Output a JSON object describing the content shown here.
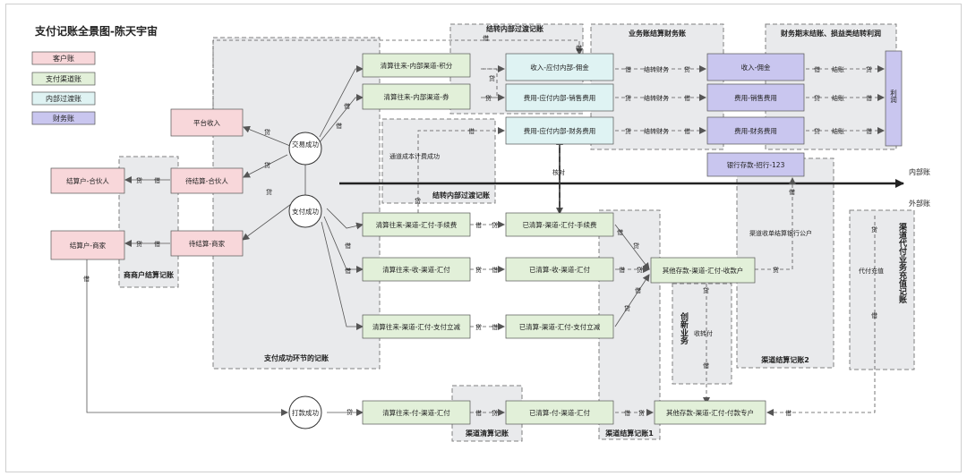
{
  "title": "支付记账全景图-陈天宇宙",
  "colors": {
    "pink": "#f8d7da",
    "green": "#e2f0d9",
    "cyan": "#dff3f3",
    "purple": "#c9c6ef",
    "grey_region": "#e9eaec",
    "dash_border": "#808080",
    "line": "#555555",
    "axis": "#222222"
  },
  "legend": [
    "客户账",
    "支付渠道账",
    "内部过渡账",
    "财务账"
  ],
  "nodes": {
    "platform_income": "平台收入",
    "settle_partner": "结算户-合伙人",
    "pending_partner": "待结算-合伙人",
    "settle_merchant": "结算户-商家",
    "pending_merchant": "待结算-商家",
    "trade_success": "交易成功",
    "pay_success": "支付成功",
    "payout_success": "打款成功",
    "clear_points": "清算往来-内部渠道-积分",
    "clear_coupon": "清算往来-内部渠道-券",
    "clear_fee": "清算往来-渠道-汇付-手续费",
    "clear_recv": "清算往来-收-渠道-汇付",
    "clear_refund": "清算往来-渠道-汇付-支付立减",
    "clear_pay": "清算往来-付-渠道-汇付",
    "cleared_fee": "已清算-渠道-汇付-手续费",
    "cleared_recv": "已清算-收-渠道-汇付",
    "cleared_refund": "已清算-渠道-汇付-支付立减",
    "cleared_pay": "已清算-付-渠道-汇付",
    "income_commission": "收入-应付内部-佣金",
    "expense_sales": "费用-应付内部-销售费用",
    "expense_fin": "费用-应付内部-财务费用",
    "fin_income": "收入-佣金",
    "fin_sales": "费用-销售费用",
    "fin_fin": "费用-财务费用",
    "profit": "利润",
    "bank_deposit": "银行存款-招行-123",
    "other_recv": "其他存款-渠道-汇付-收款户",
    "other_pay": "其他存款-渠道-汇付-付款专户"
  },
  "regions": {
    "merchant_settle": "商商户结算记账",
    "pay_success_flow": "支付成功环节的记账",
    "internal_transfer_top": "结转内部过渡记账",
    "internal_transfer_mid": "结转内部过渡记账",
    "biz_fin": "业务账结算财务账",
    "period_end": "财务期末结账、损益类结转利润",
    "channel_clear": "渠道清算记账",
    "channel_settle1": "渠道结算记账1",
    "channel_settle2": "渠道结算记账2",
    "channel_recharge": "渠道代付业务充值记账",
    "innovation": "创新业务"
  },
  "side_labels": {
    "internal": "内部账",
    "external": "外部账"
  },
  "edge_labels": {
    "debit": "借",
    "credit": "贷",
    "transfer_fin": "结转财务",
    "close": "结账",
    "check": "核对",
    "accrue": "通道成本计费成功",
    "bank_public": "渠道收单结算银行公户",
    "recharge": "代付充值",
    "receipt_transfer": "收转付"
  }
}
